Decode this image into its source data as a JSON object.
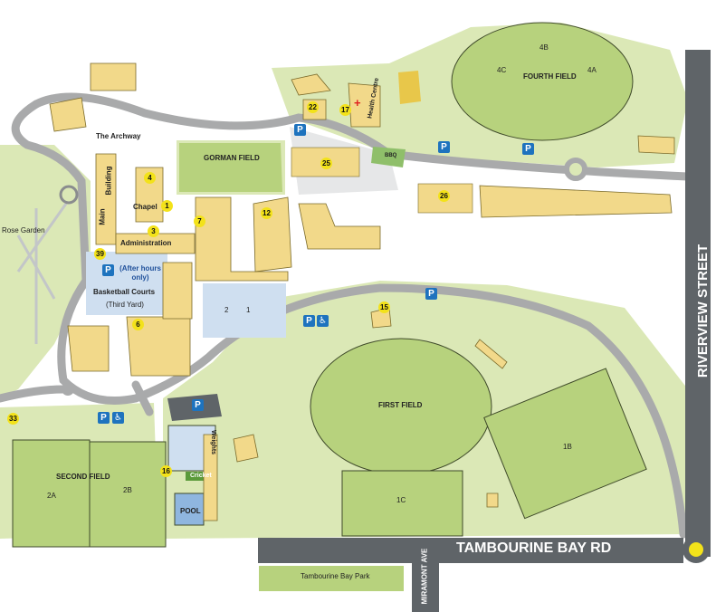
{
  "colors": {
    "grass": "#dbe8b6",
    "field": "#b7d27d",
    "field_border": "#3f4a2a",
    "building": "#f2d98a",
    "path": "#a9aaab",
    "main_road": "#5f6468",
    "court": "#cfdff0",
    "parking_blue": "#1e73be",
    "marker_yellow": "#f3e21a"
  },
  "icons": {
    "parking": "parking-icon",
    "accessible": "wheelchair-icon",
    "first_aid": "red-cross-icon"
  },
  "roads": {
    "tambourine_bay_rd": "TAMBOURINE BAY RD",
    "riverview_street": "RIVERVIEW STREET",
    "miramont_ave": "MIRAMONT AVE"
  },
  "areas": {
    "the_archway": "The Archway",
    "rose_garden": "Rose Garden",
    "gorman_field": "GORMAN FIELD",
    "fourth_field": "FOURTH FIELD",
    "first_field": "FIRST FIELD",
    "second_field": "SECOND FIELD",
    "tambourine_bay_park": "Tambourine Bay Park",
    "pool": "POOL",
    "cricket": "Cricket",
    "weights": "Weights",
    "bbq": "BBQ",
    "health_centre": "Health Centre",
    "main_building_1": "Main",
    "main_building_2": "Building",
    "administration": "Administration",
    "chapel": "Chapel",
    "after_hours": "(After hours only)",
    "basketball_courts": "Basketball Courts",
    "third_yard": "(Third Yard)"
  },
  "field_codes": [
    "4B",
    "4C",
    "4A",
    "2A",
    "2B",
    "1B",
    "1C"
  ],
  "court_numbers": [
    "2",
    "1"
  ],
  "markers": [
    "1",
    "3",
    "4",
    "6",
    "7",
    "12",
    "15",
    "16",
    "17",
    "22",
    "25",
    "26",
    "33",
    "39"
  ],
  "parking_symbol": "P",
  "wheelchair_symbol": "♿",
  "cross_symbol": "+"
}
